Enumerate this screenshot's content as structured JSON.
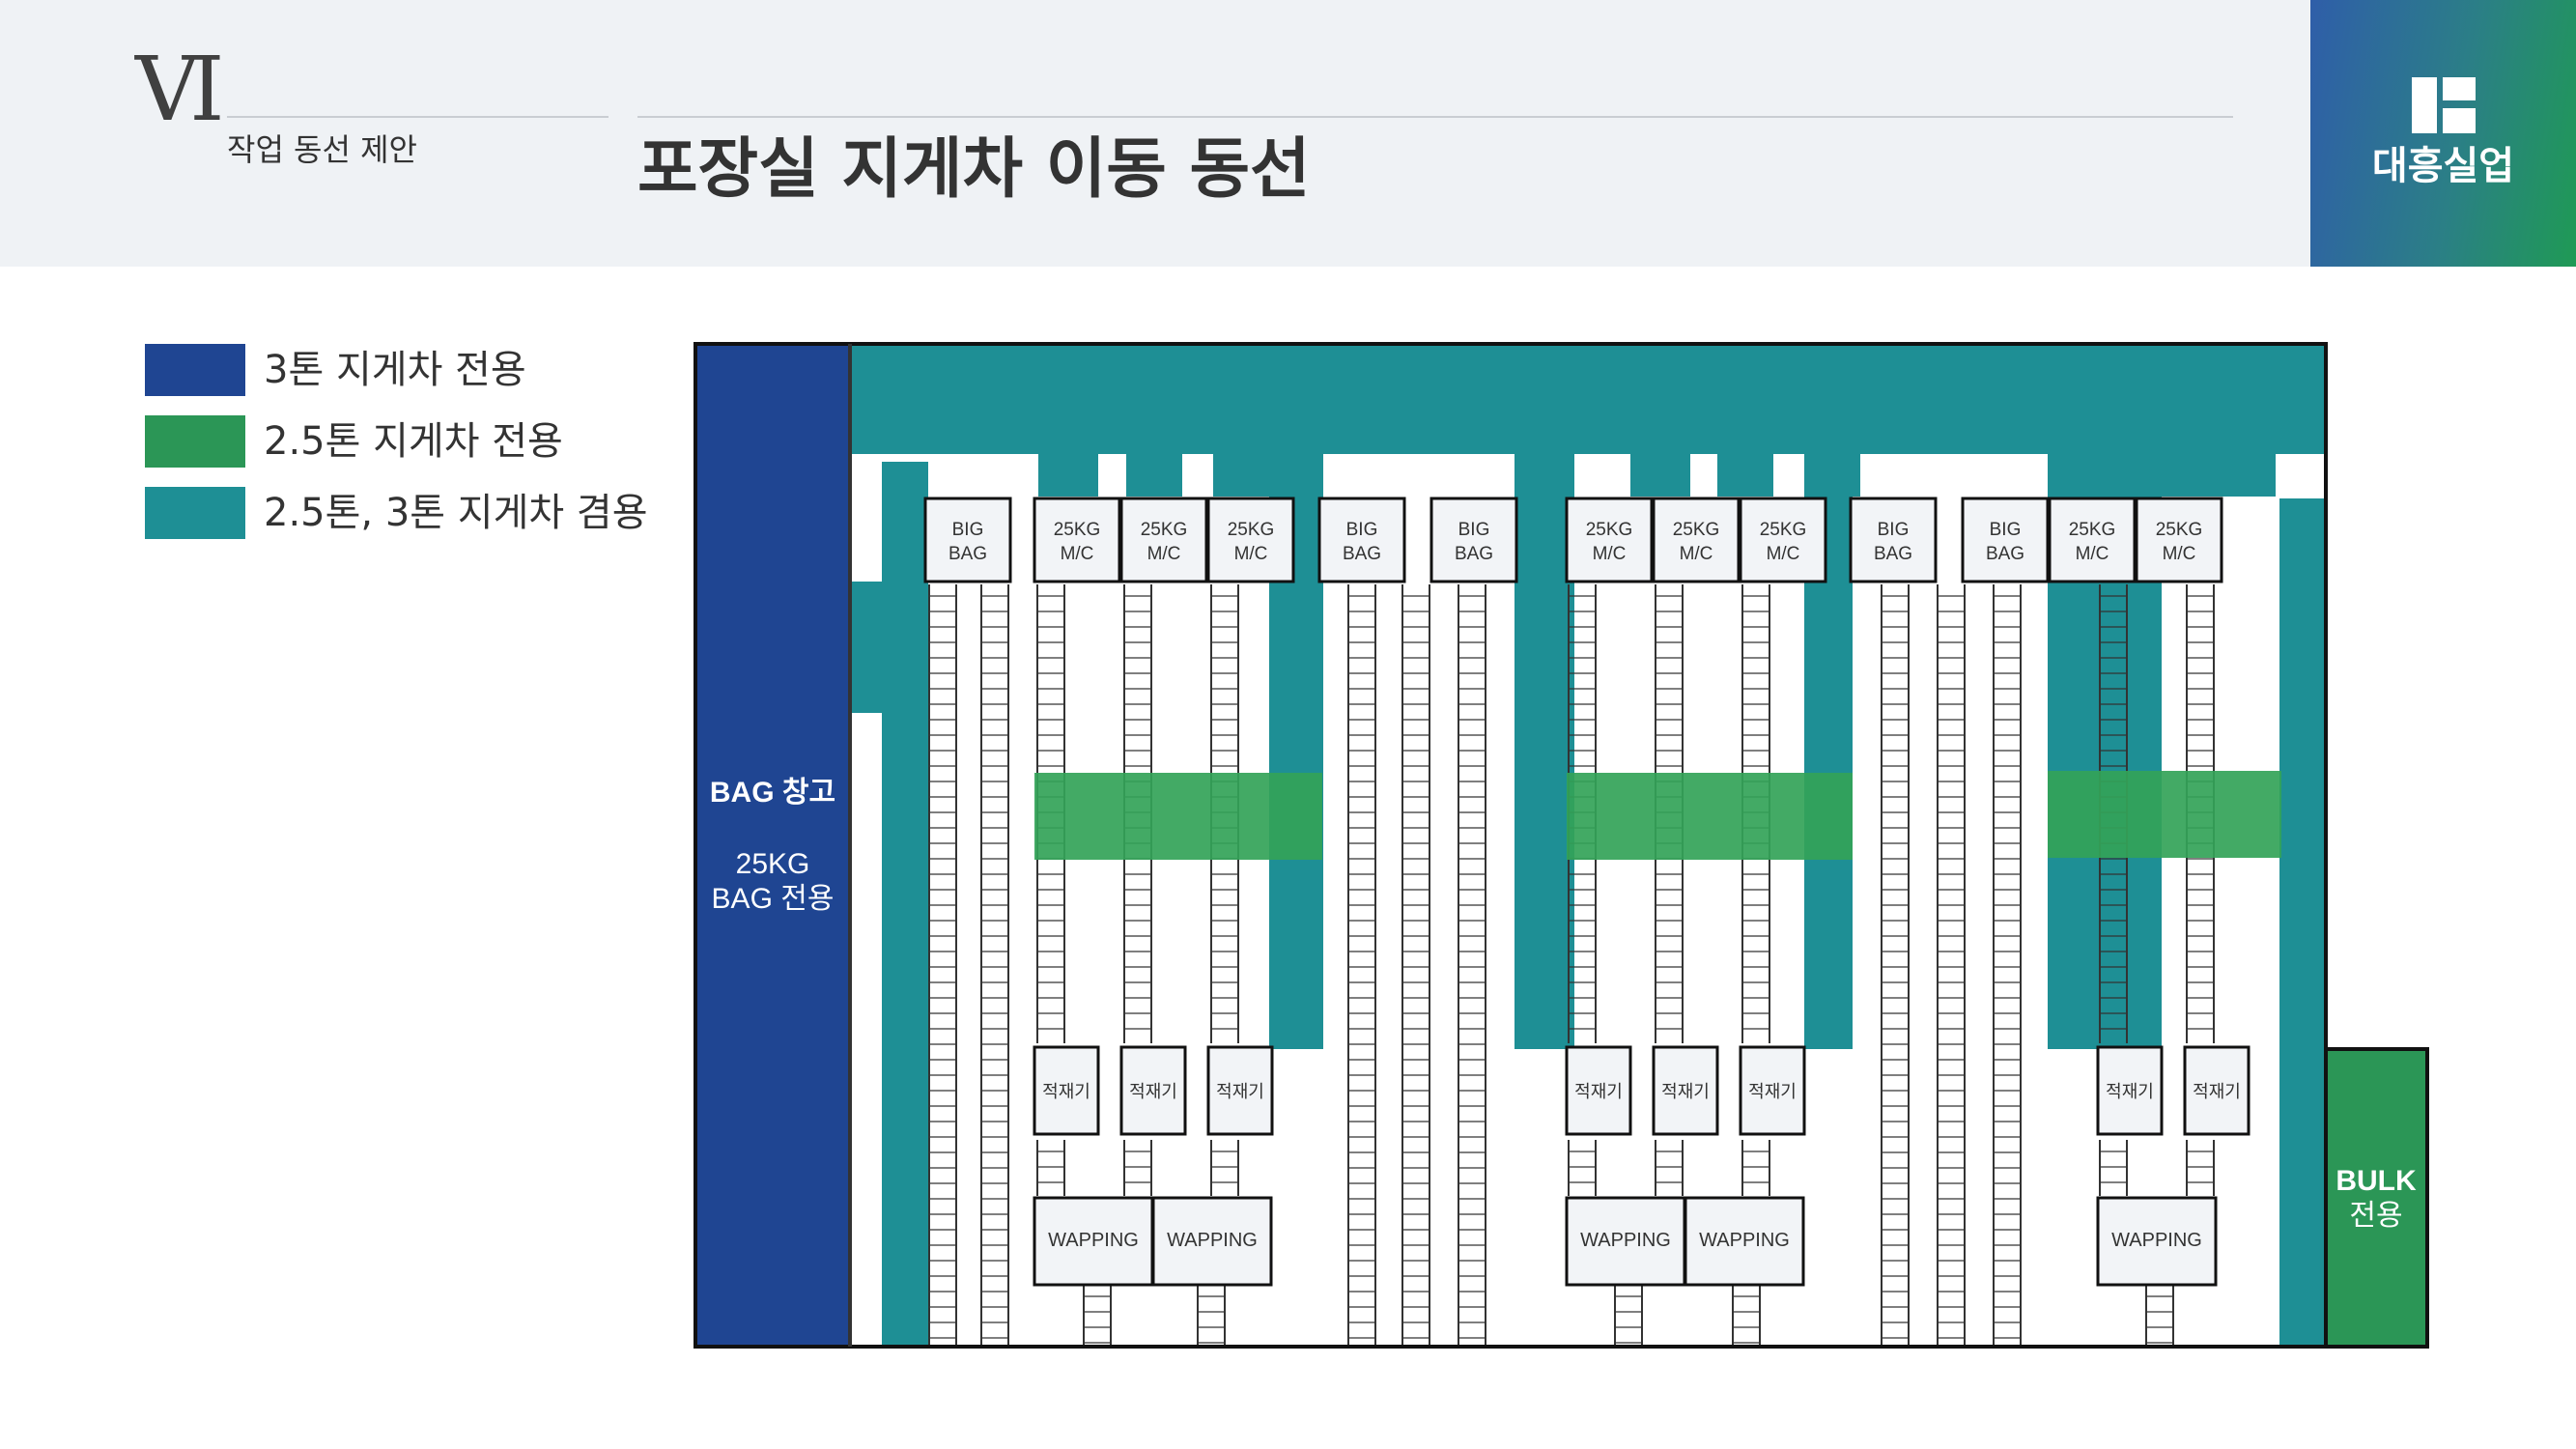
{
  "header": {
    "numeral": "Ⅵ",
    "section": "작업 동선 제안",
    "title": "포장실 지게차 이동 동선",
    "logo_text": "대흥실업"
  },
  "legend": [
    {
      "label": "3톤 지게차 전용",
      "color": "#1f4592"
    },
    {
      "label": "2.5톤 지게차 전용",
      "color": "#2b9656"
    },
    {
      "label": "2.5톤, 3톤 지게차 겸용",
      "color": "#1e8f95"
    }
  ],
  "colors": {
    "blue": "#1f4592",
    "green": "#2b9656",
    "green_band": "#33a358",
    "teal": "#1e8f95",
    "outline": "#111111"
  },
  "diagram": {
    "warehouse": {
      "title": "BAG 창고",
      "line1": "25KG",
      "line2": "BAG 전용"
    },
    "bulk": {
      "title": "BULK",
      "subtitle": "전용"
    },
    "machines": [
      {
        "line1": "BIG",
        "line2": "BAG"
      },
      {
        "line1": "25KG",
        "line2": "M/C"
      },
      {
        "line1": "25KG",
        "line2": "M/C"
      },
      {
        "line1": "25KG",
        "line2": "M/C"
      },
      {
        "line1": "BIG",
        "line2": "BAG"
      },
      {
        "line1": "BIG",
        "line2": "BAG"
      },
      {
        "line1": "25KG",
        "line2": "M/C"
      },
      {
        "line1": "25KG",
        "line2": "M/C"
      },
      {
        "line1": "25KG",
        "line2": "M/C"
      },
      {
        "line1": "BIG",
        "line2": "BAG"
      },
      {
        "line1": "BIG",
        "line2": "BAG"
      },
      {
        "line1": "25KG",
        "line2": "M/C"
      },
      {
        "line1": "25KG",
        "line2": "M/C"
      }
    ],
    "stackers": [
      "적재기",
      "적재기",
      "적재기",
      "적재기",
      "적재기",
      "적재기",
      "적재기",
      "적재기"
    ],
    "wrappers": [
      "WAPPING",
      "WAPPING",
      "WAPPING",
      "WAPPING",
      "WAPPING"
    ]
  }
}
